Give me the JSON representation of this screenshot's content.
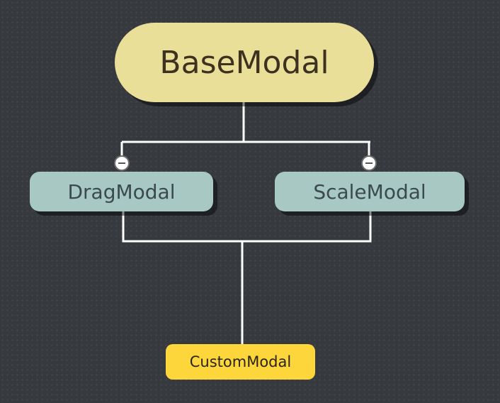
{
  "diagram": {
    "background_color": "#363a3e",
    "connector_color": "#ffffff",
    "nodes": {
      "base": {
        "label": "BaseModal",
        "color": "#e9df98"
      },
      "drag": {
        "label": "DragModal",
        "color": "#a7c8c3"
      },
      "scale": {
        "label": "ScaleModal",
        "color": "#a7c8c3"
      },
      "custom": {
        "label": "CustomModal",
        "color": "#fcd63b"
      }
    },
    "edges": [
      {
        "from": "BaseModal",
        "to": "DragModal"
      },
      {
        "from": "BaseModal",
        "to": "ScaleModal"
      },
      {
        "from": "DragModal",
        "to": "CustomModal"
      },
      {
        "from": "ScaleModal",
        "to": "CustomModal"
      }
    ],
    "collapse_icons": [
      "minus-circle-icon",
      "minus-circle-icon"
    ]
  }
}
